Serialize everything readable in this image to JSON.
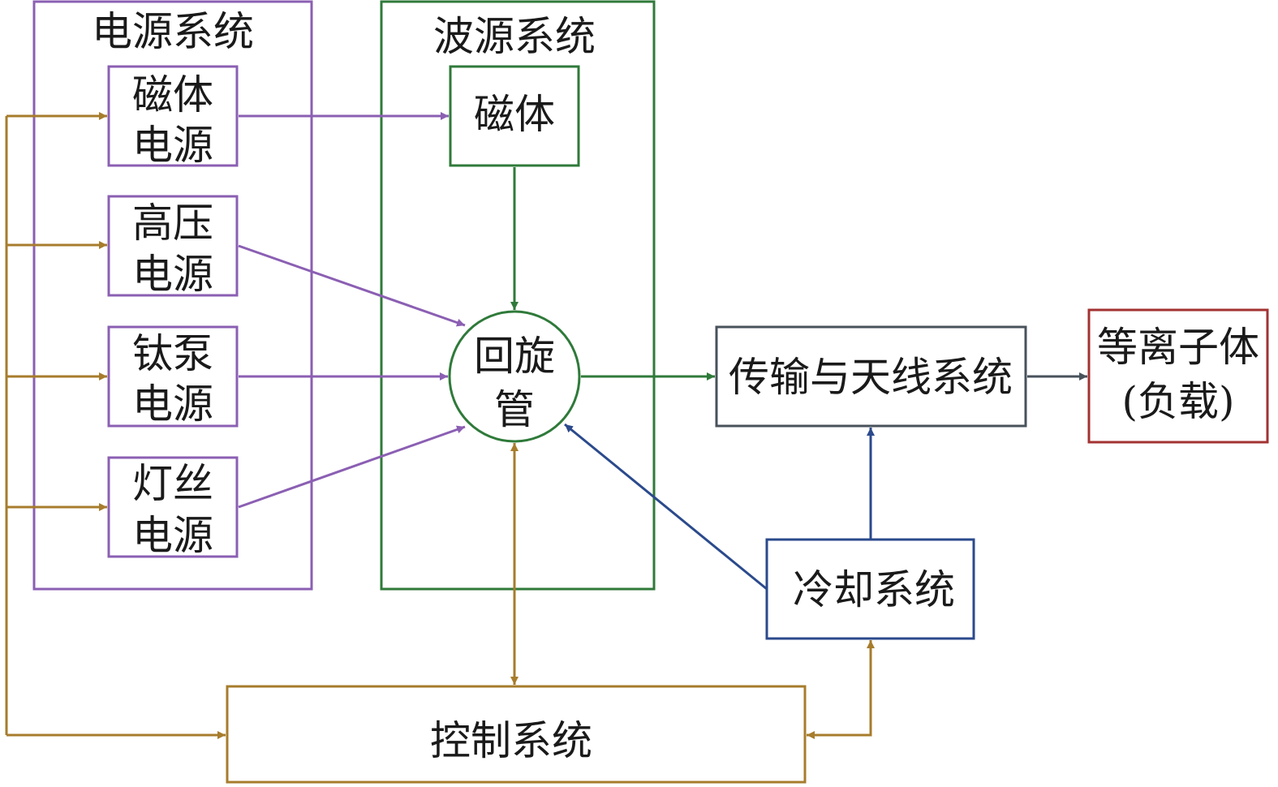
{
  "colors": {
    "power": "#8B5FB3",
    "wave": "#2F7A3A",
    "control": "#A77C2C",
    "cooling": "#2B4A8C",
    "transmission": "#48525B",
    "plasma": "#A33232",
    "text": "#1a1a1a"
  },
  "power_system": {
    "title": "电源系统",
    "supplies": [
      {
        "line1": "磁体",
        "line2": "电源"
      },
      {
        "line1": "高压",
        "line2": "电源"
      },
      {
        "line1": "钛泵",
        "line2": "电源"
      },
      {
        "line1": "灯丝",
        "line2": "电源"
      }
    ]
  },
  "wave_system": {
    "title": "波源系统",
    "magnet": "磁体",
    "gyrotron": {
      "line1": "回旋",
      "line2": "管"
    }
  },
  "transmission": {
    "label": "传输与天线系统"
  },
  "plasma": {
    "line1": "等离子体",
    "line2": "(负载)"
  },
  "cooling": {
    "label": "冷却系统"
  },
  "control": {
    "label": "控制系统"
  }
}
